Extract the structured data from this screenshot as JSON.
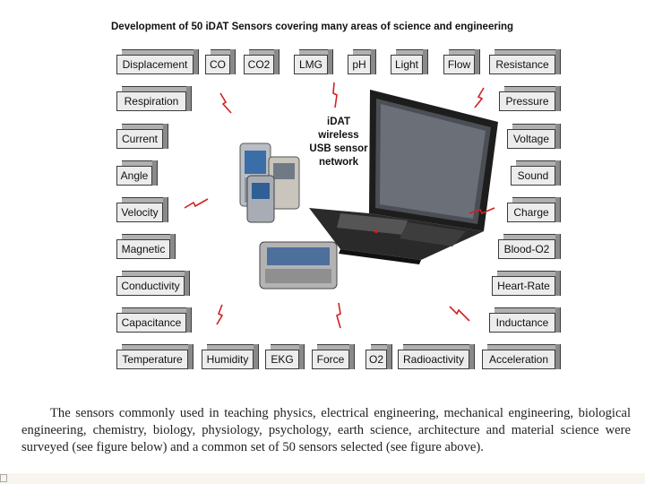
{
  "diagram": {
    "title": "Development of 50 iDAT Sensors covering many areas of science and engineering",
    "center_label": [
      "iDAT",
      "wireless",
      "USB sensor",
      "network"
    ],
    "sensors": {
      "displacement": "Displacement",
      "co": "CO",
      "co2": "CO2",
      "lmg": "LMG",
      "ph": "pH",
      "light": "Light",
      "flow": "Flow",
      "resistance": "Resistance",
      "respiration": "Respiration",
      "pressure": "Pressure",
      "current": "Current",
      "voltage": "Voltage",
      "angle": "Angle",
      "sound": "Sound",
      "velocity": "Velocity",
      "charge": "Charge",
      "magnetic": "Magnetic",
      "blood_o2": "Blood-O2",
      "conductivity": "Conductivity",
      "heart_rate": "Heart-Rate",
      "capacitance": "Capacitance",
      "inductance": "Inductance",
      "temperature": "Temperature",
      "humidity": "Humidity",
      "ekg": "EKG",
      "force": "Force",
      "o2": "O2",
      "radioactivity": "Radioactivity",
      "acceleration": "Acceleration"
    },
    "colors": {
      "box_face": "#ececec",
      "box_edge": "#3a3a3a",
      "signal": "#d42020"
    }
  },
  "text": {
    "paragraph": "The sensors commonly used in teaching physics, electrical engineering, mechanical engineering, biological engineering, chemistry, biology, physiology, psychology, earth science, architecture and material science were surveyed (see figure below) and a common set of 50 sensors selected (see figure above)."
  }
}
